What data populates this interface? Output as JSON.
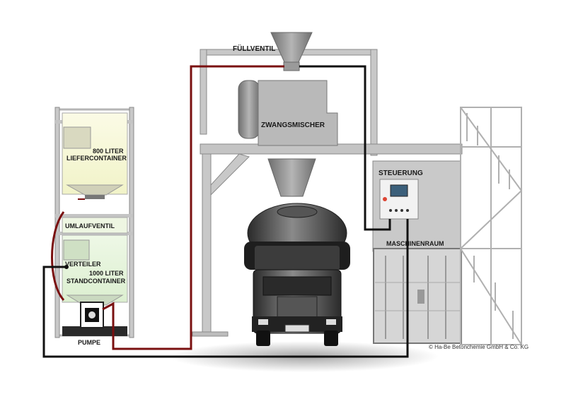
{
  "labels": {
    "fuellventil": "FÜLLVENTIL",
    "zwangsmischer": "ZWANGSMISCHER",
    "liefercontainer_line1": "800 LITER",
    "liefercontainer_line2": "LIEFERCONTAINER",
    "umlaufventil": "UMLAUFVENTIL",
    "verteiler": "VERTEILER",
    "standcontainer_line1": "1000 LITER",
    "standcontainer_line2": "STANDCONTAINER",
    "pumpe": "PUMPE",
    "steuerung": "STEUERUNG",
    "maschinenraum": "MASCHINENRAUM",
    "copyright": "© Ha-Be Betonchemie GmbH & Co. KG"
  },
  "colors": {
    "supply_line": "#7a1010",
    "control_line": "#111111",
    "frame": "#bdbdbd",
    "tank_fill": "#f6f7d4",
    "tank_fill_lower": "#e9f6df",
    "metal": "#8c8c8c"
  }
}
